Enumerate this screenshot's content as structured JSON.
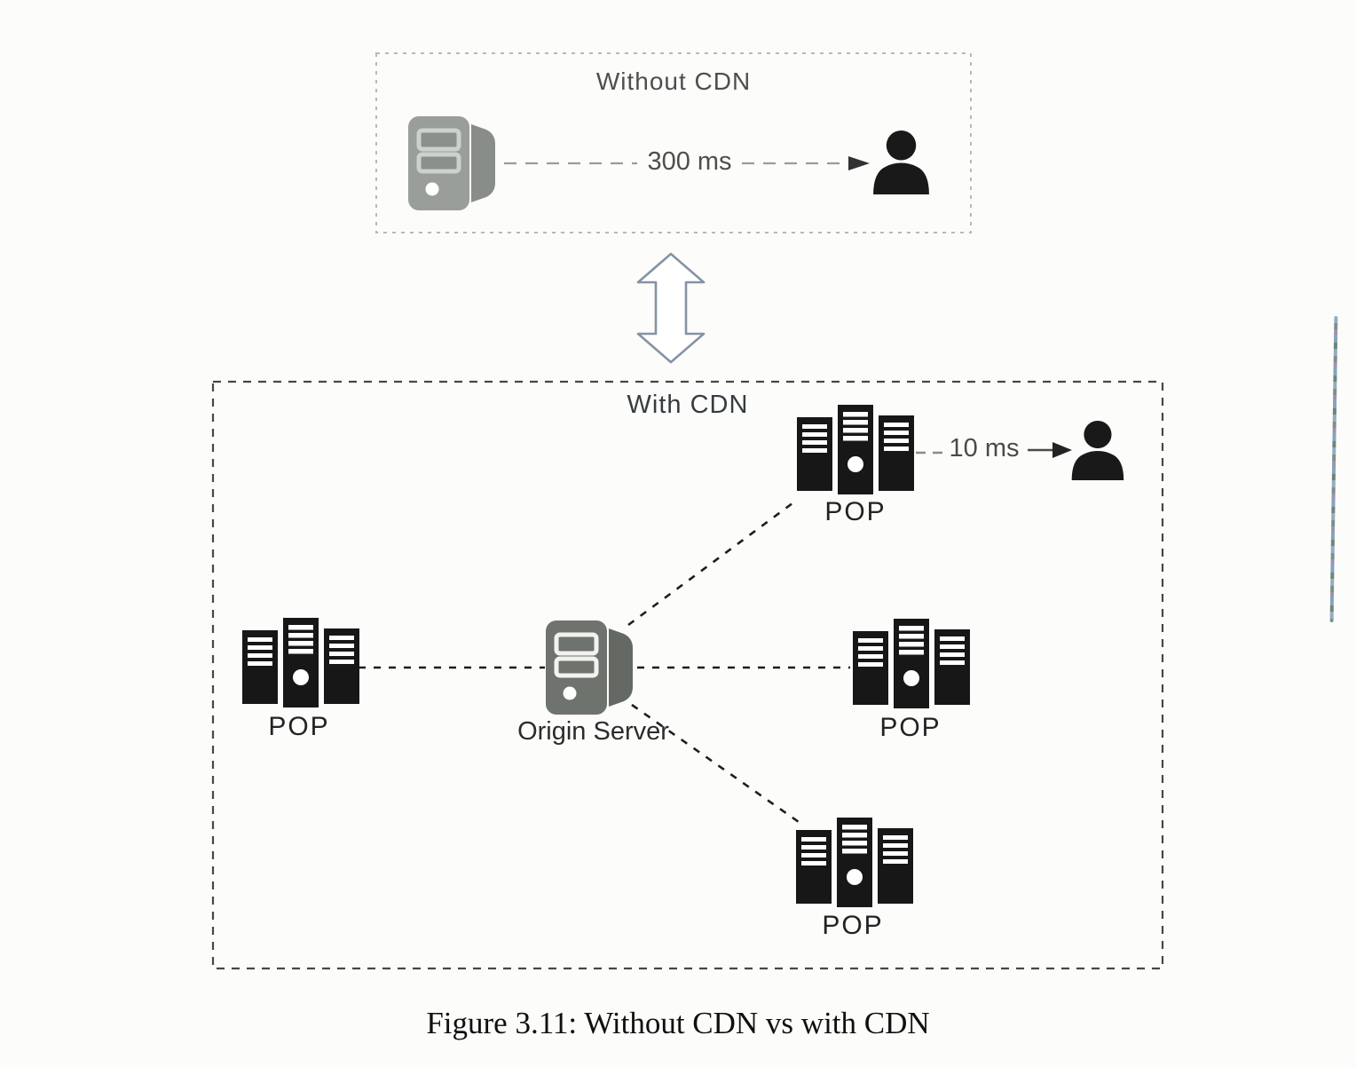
{
  "page": {
    "caption": "Figure 3.11: Without CDN vs with CDN"
  },
  "without_cdn": {
    "title": "Without CDN",
    "latency": "300 ms",
    "server_icon": "server-tower-icon",
    "user_icon": "user-icon"
  },
  "transition": {
    "icon": "double-vertical-arrow-icon"
  },
  "with_cdn": {
    "title": "With CDN",
    "latency": "10 ms",
    "origin": {
      "label": "Origin Server",
      "icon": "server-tower-icon"
    },
    "pops": [
      {
        "position": "top",
        "label": "POP",
        "icon": "server-cluster-icon"
      },
      {
        "position": "left",
        "label": "POP",
        "icon": "server-cluster-icon"
      },
      {
        "position": "right",
        "label": "POP",
        "icon": "server-cluster-icon"
      },
      {
        "position": "bottom",
        "label": "POP",
        "icon": "server-cluster-icon"
      }
    ],
    "user_icon": "user-icon"
  },
  "colors": {
    "pop_tower": "#171717",
    "server_front_light": "#9a9e9b",
    "server_front_dark": "#6f736d",
    "person": "#191919",
    "connector_dash": "#1e1e1e",
    "latency_line": "#9b9b9b",
    "without_box_border": "#b6b9b8",
    "with_box_border": "#474747",
    "double_arrow_stroke": "#8493a4",
    "scan_artifact_blue": "#6f93ad"
  }
}
